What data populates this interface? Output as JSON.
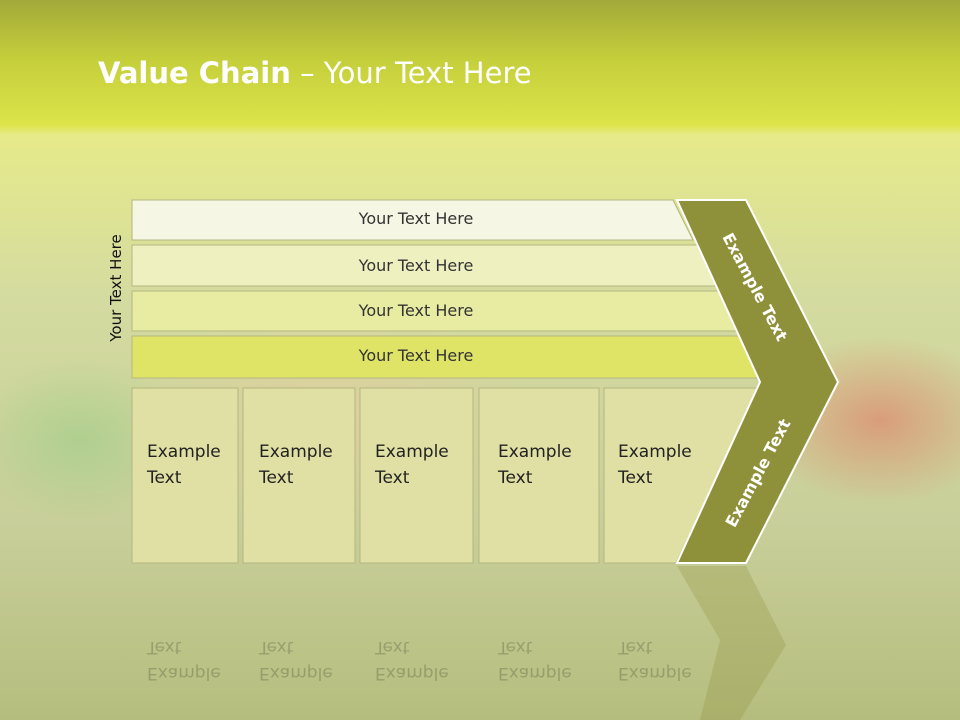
{
  "slide": {
    "title_bold": "Value Chain",
    "title_rest": " – Your Text Here",
    "side_label": "Your Text Here"
  },
  "bars": [
    {
      "label": "Your Text Here",
      "color": "#f5f6e4"
    },
    {
      "label": "Your Text Here",
      "color": "#eff0c0"
    },
    {
      "label": "Your Text Here",
      "color": "#e8eba2"
    },
    {
      "label": "Your Text Here",
      "color": "#dfe467"
    }
  ],
  "columns": [
    {
      "label": "Example Text"
    },
    {
      "label": "Example Text"
    },
    {
      "label": "Example Text"
    },
    {
      "label": "Example Text"
    },
    {
      "label": "Example Text"
    }
  ],
  "chevron": {
    "top_label": "Example Text",
    "bottom_label": "Example Text",
    "color": "#8e913a"
  },
  "column_color": "#e0e0a4"
}
